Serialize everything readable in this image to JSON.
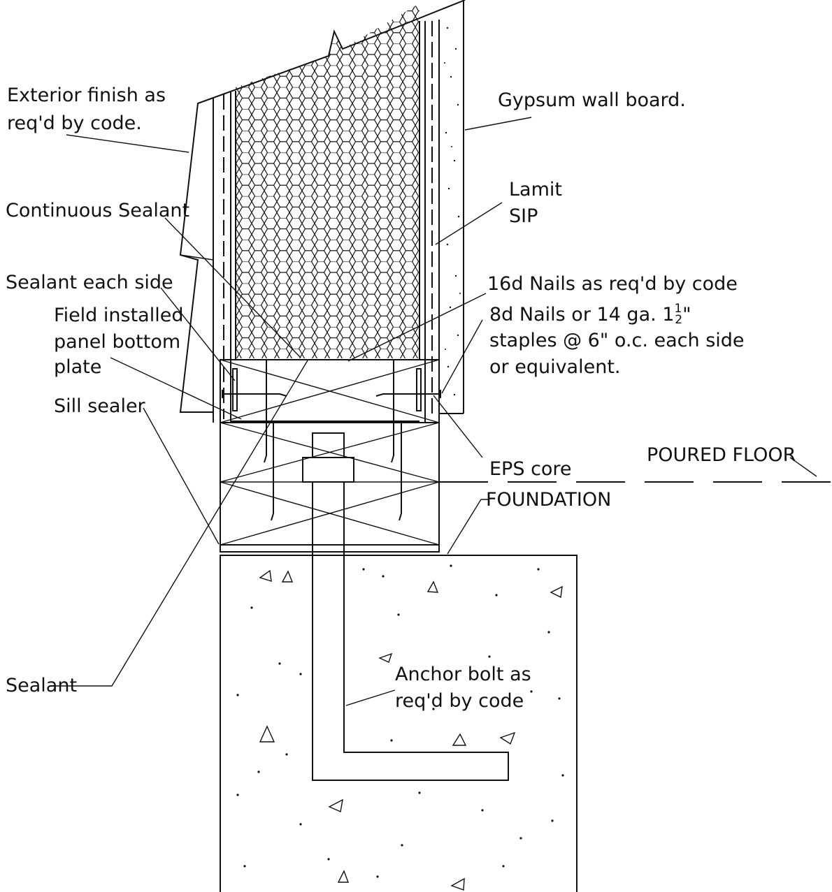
{
  "labels": {
    "exterior_finish_1": "Exterior finish as",
    "exterior_finish_2": "req'd by code.",
    "gypsum": "Gypsum wall board.",
    "lamit_1": "Lamit",
    "lamit_2": "SIP",
    "continuous_sealant": "Continuous Sealant",
    "sealant_each_side": "Sealant each side",
    "field_installed_1": "Field installed",
    "field_installed_2": "panel bottom",
    "field_installed_3": "plate",
    "nails16_line": "16d Nails as req'd by code",
    "nails8_line_a": "8d Nails or 14 ga. 1",
    "nails8_frac_num": "1",
    "nails8_frac_den": "2",
    "nails8_frac_inch": "\"",
    "nails8_line_b": "staples @ 6\" o.c. each side",
    "nails8_line_c": "or equivalent.",
    "sill_sealer": "Sill sealer",
    "eps_core": "EPS core",
    "poured_floor": "POURED FLOOR",
    "foundation": "FOUNDATION",
    "sealant": "Sealant",
    "anchor_bolt_1": "Anchor bolt as",
    "anchor_bolt_2": "req'd by code"
  },
  "colors": {
    "line": "#111111",
    "background": "#ffffff"
  }
}
